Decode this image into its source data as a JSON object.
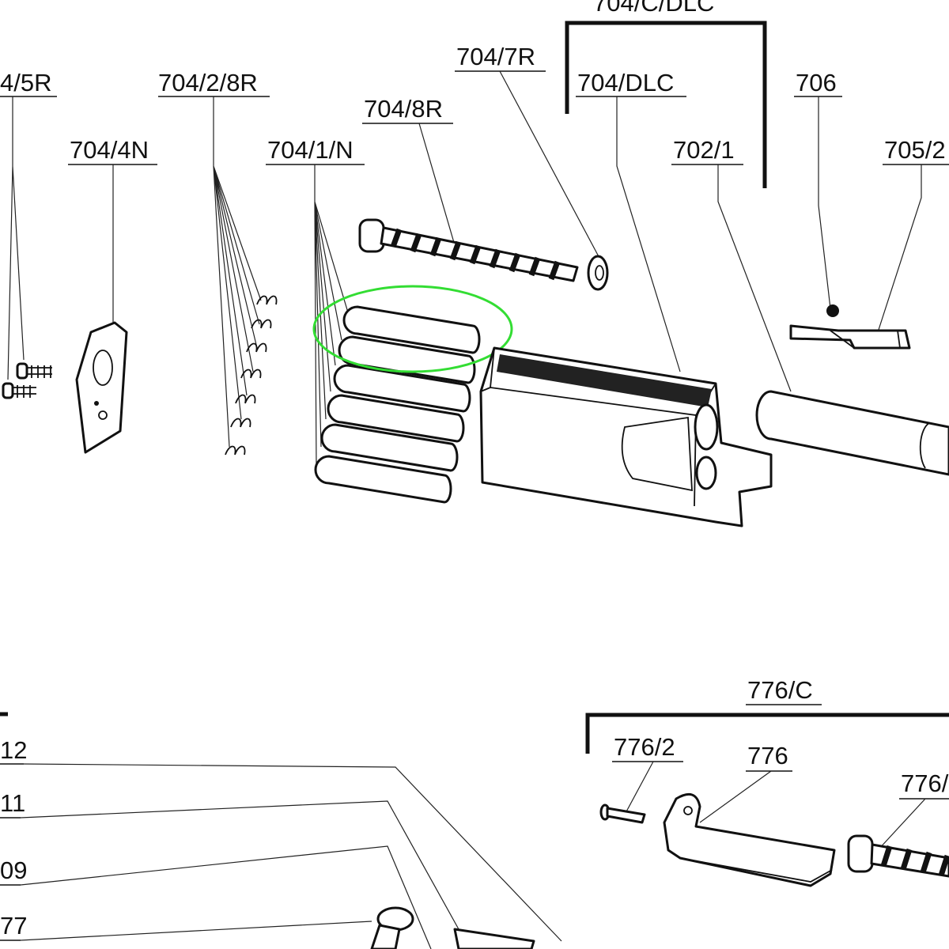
{
  "diagram": {
    "labels": {
      "l704_5R": "4/5R",
      "l704_2_8R": "704/2/8R",
      "l704_4N": "704/4N",
      "l704_1_N": "704/1/N",
      "l704_8R": "704/8R",
      "l704_7R": "704/7R",
      "l704_C_DLC": "704/C/DLC",
      "l704_DLC": "704/DLC",
      "l702_1": "702/1",
      "l706": "706",
      "l705_2": "705/2",
      "l776_C": "776/C",
      "l776_2": "776/2",
      "l776": "776",
      "l776_x": "776/",
      "l12": "12",
      "l11": "11",
      "l09": "09",
      "l77": "77"
    },
    "highlight_color": "#33dd33"
  }
}
